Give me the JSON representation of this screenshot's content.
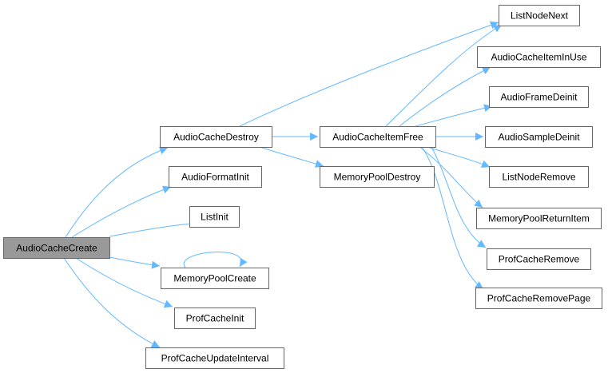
{
  "colors": {
    "edge": "#63b8ff",
    "root_fill": "#999999",
    "node_fill": "#ffffff",
    "node_border": "#666666"
  },
  "nodes": [
    {
      "id": "audiocachecreate",
      "label": "AudioCacheCreate",
      "root": true
    },
    {
      "id": "audiocachedestroy",
      "label": "AudioCacheDestroy"
    },
    {
      "id": "audioformatinit",
      "label": "AudioFormatInit"
    },
    {
      "id": "listinit",
      "label": "ListInit"
    },
    {
      "id": "memorypoolcreate",
      "label": "MemoryPoolCreate"
    },
    {
      "id": "profcacheinit",
      "label": "ProfCacheInit"
    },
    {
      "id": "profcacheupdateinterval",
      "label": "ProfCacheUpdateInterval"
    },
    {
      "id": "audiocacheitemfree",
      "label": "AudioCacheItemFree"
    },
    {
      "id": "memorypooldestroy",
      "label": "MemoryPoolDestroy"
    },
    {
      "id": "listnodenext",
      "label": "ListNodeNext"
    },
    {
      "id": "audiocacheiteminuse",
      "label": "AudioCacheItemInUse"
    },
    {
      "id": "audioframedeinit",
      "label": "AudioFrameDeinit"
    },
    {
      "id": "audiosampledeinit",
      "label": "AudioSampleDeinit"
    },
    {
      "id": "listnoderemove",
      "label": "ListNodeRemove"
    },
    {
      "id": "memorypoolreturnitem",
      "label": "MemoryPoolReturnItem"
    },
    {
      "id": "profcacheremove",
      "label": "ProfCacheRemove"
    },
    {
      "id": "profcacheremovepage",
      "label": "ProfCacheRemovePage"
    }
  ],
  "edges": [
    [
      "audiocachecreate",
      "audiocachedestroy"
    ],
    [
      "audiocachecreate",
      "audioformatinit"
    ],
    [
      "audiocachecreate",
      "listinit"
    ],
    [
      "audiocachecreate",
      "memorypoolcreate"
    ],
    [
      "audiocachecreate",
      "profcacheinit"
    ],
    [
      "audiocachecreate",
      "profcacheupdateinterval"
    ],
    [
      "memorypoolcreate",
      "memorypoolcreate"
    ],
    [
      "audiocachedestroy",
      "audiocacheitemfree"
    ],
    [
      "audiocachedestroy",
      "memorypooldestroy"
    ],
    [
      "audiocachedestroy",
      "listnodenext"
    ],
    [
      "audiocacheitemfree",
      "listnodenext"
    ],
    [
      "audiocacheitemfree",
      "audiocacheiteminuse"
    ],
    [
      "audiocacheitemfree",
      "audioframedeinit"
    ],
    [
      "audiocacheitemfree",
      "audiosampledeinit"
    ],
    [
      "audiocacheitemfree",
      "listnoderemove"
    ],
    [
      "audiocacheitemfree",
      "memorypoolreturnitem"
    ],
    [
      "audiocacheitemfree",
      "profcacheremove"
    ],
    [
      "audiocacheitemfree",
      "profcacheremovepage"
    ]
  ]
}
